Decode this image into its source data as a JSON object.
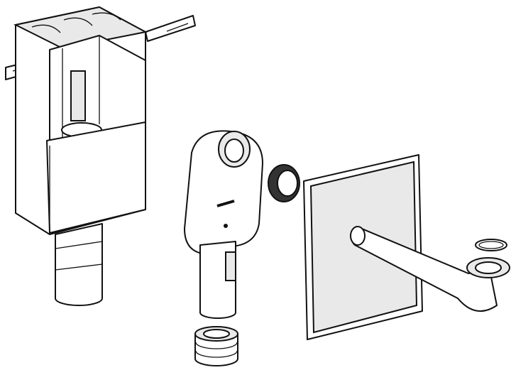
{
  "colors": {
    "line": "#111111",
    "background": "#ffffff",
    "shade": "#e9e9e9",
    "dark": "#333333"
  },
  "parts": [
    "installation-box",
    "siphon",
    "sealing-ring",
    "connection-adapter",
    "cover-plate",
    "outlet-bend",
    "o-ring"
  ]
}
